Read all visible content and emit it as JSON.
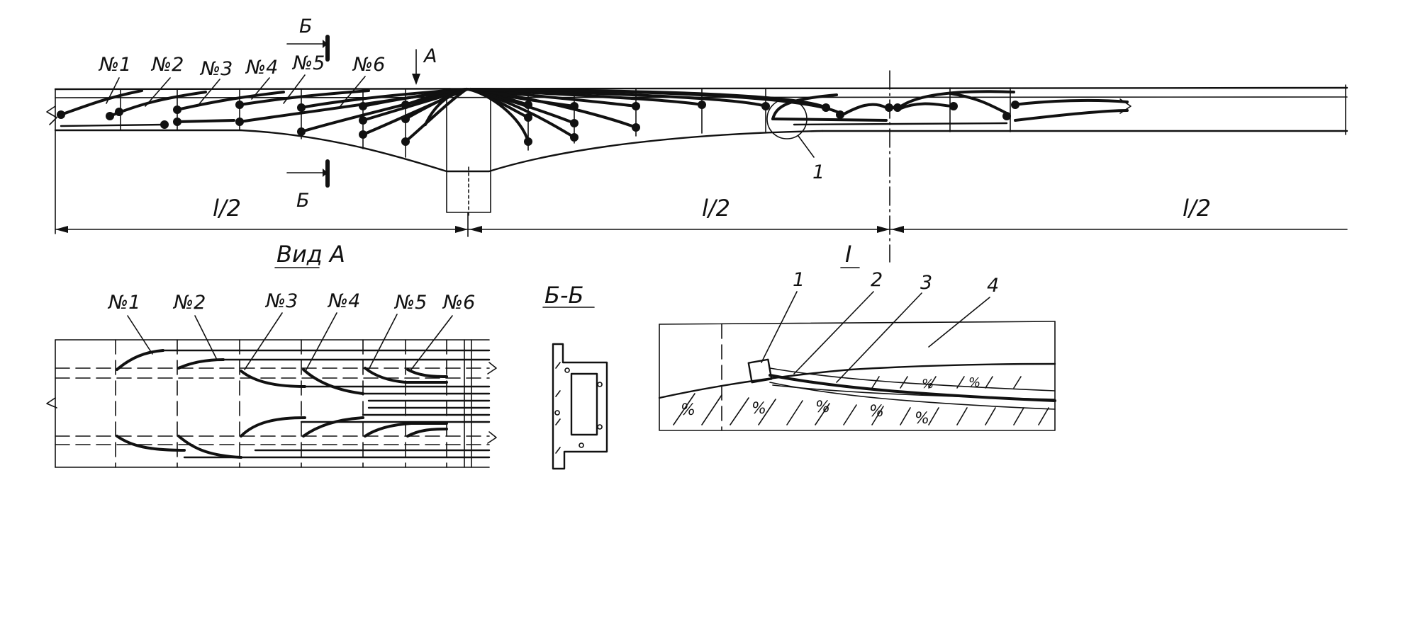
{
  "elevation": {
    "tendon_labels": [
      "№1",
      "№2",
      "№3",
      "№4",
      "№5",
      "№6"
    ],
    "section_mark": "Б",
    "view_mark": "А",
    "detail_callout": "1",
    "span_label": "l/2"
  },
  "plan_view": {
    "title": "Вид А",
    "tendon_labels": [
      "№1",
      "№2",
      "№3",
      "№4",
      "№5",
      "№6"
    ]
  },
  "section": {
    "title": "Б-Б"
  },
  "detail": {
    "title": "I",
    "callouts": [
      "1",
      "2",
      "3",
      "4"
    ]
  }
}
